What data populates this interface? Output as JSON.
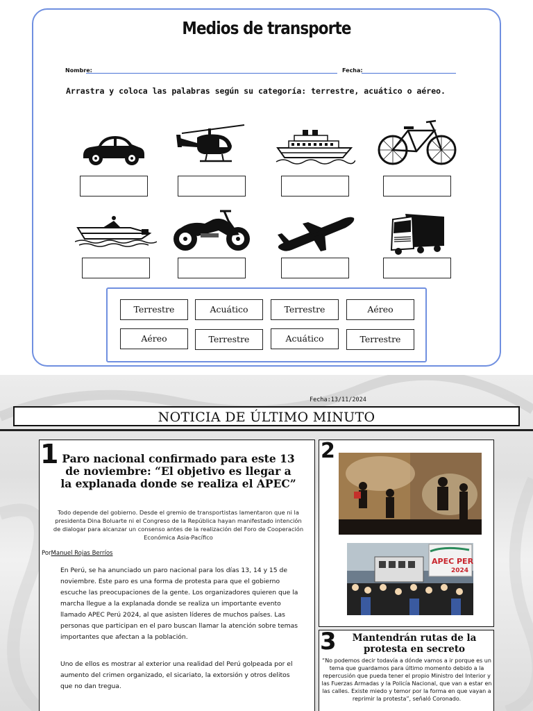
{
  "worksheet": {
    "title": "Medios de transporte",
    "name_label": "Nombre:",
    "date_label": "Fecha:",
    "instructions": "Arrastra y coloca las palabras según su categoría: terrestre, acuático o aéreo.",
    "images": [
      "car-icon",
      "helicopter-icon",
      "ship-icon",
      "bicycle-icon",
      "speedboat-icon",
      "motorcycle-icon",
      "airplane-icon",
      "truck-icon"
    ],
    "word_bank": [
      "Terrestre",
      "Acuático",
      "Terrestre",
      "Aéreo",
      "Aéreo",
      "Terrestre",
      "Acuático",
      "Terrestre"
    ],
    "frame_color": "#6f8fe0"
  },
  "newspaper": {
    "date": "Fecha:13/11/2024",
    "banner": "NOTICIA DE ÚLTIMO MINUTO",
    "article1": {
      "number": "1",
      "headline": "Paro nacional confirmado para este 13 de noviembre: “El objetivo es llegar a la explanada donde se realiza el APEC”",
      "dek": "Todo depende del gobierno. Desde el gremio de transportistas lamentaron que ni la presidenta Dina Boluarte ni el Congreso de la República hayan manifestado intención de dialogar para alcanzar un consenso antes de la realización del Foro de Cooperación Económica Asia-Pacífico",
      "byline_prefix": "Por",
      "author": "Manuel Rojas Berríos",
      "paragraph1": "En Perú, se ha anunciado un paro nacional para los días 13, 14 y 15 de noviembre. Este paro es una forma de protesta para que el gobierno escuche las preocupaciones de la gente. Los organizadores quieren que la marcha llegue a la explanada donde se realiza un importante evento llamado APEC Perú 2024, al que asisten líderes de muchos países. Las personas que participan en el paro buscan llamar la atención sobre temas importantes que afectan a la población.",
      "paragraph2": "Uno de ellos es mostrar al exterior una realidad del Perú golpeada por el aumento del crimen organizado, el sicariato, la extorsión y otros delitos que no dan tregua."
    },
    "article2": {
      "number": "2",
      "sign_line1": "APEC PERU",
      "sign_line2": "2024"
    },
    "article3": {
      "number": "3",
      "headline": "Mantendrán rutas de la protesta en secreto",
      "quote": "“No podemos decir todavía a dónde vamos a ir porque es un tema que guardamos para último momento debido a la repercusión que pueda tener el propio Ministro del Interior y las Fuerzas Armadas y la Policía Nacional, que van a estar en las calles. Existe miedo y temor por la forma en que vayan a reprimir la protesta”, señaló Coronado."
    }
  }
}
